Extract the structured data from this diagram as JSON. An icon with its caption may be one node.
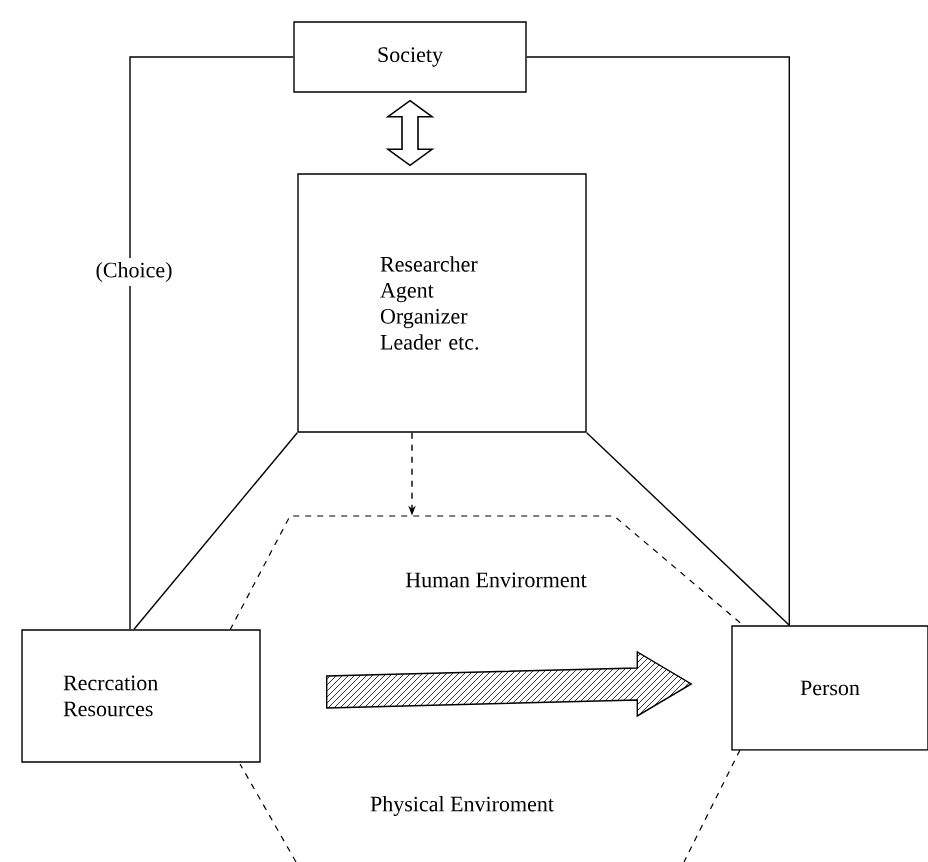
{
  "diagram": {
    "nodes": [
      {
        "text": [
          "Society"
        ]
      },
      {
        "text": [
          "Researcher Agent Organizer Leader etc."
        ]
      },
      {
        "text": [
          "Human Envirorment",
          "Physical Enviroment"
        ]
      },
      {
        "text": [
          "Recrcation Resources"
        ]
      },
      {
        "text": [
          "Person"
        ]
      }
    ],
    "edges": [
      {
        "from": 0,
        "to": 1,
        "arrow": "both",
        "style": "thick"
      },
      {
        "from": 0,
        "to": 3,
        "arrow": "none",
        "label": "(Choice)"
      },
      {
        "from": 0,
        "to": 4,
        "arrow": "none"
      },
      {
        "from": 1,
        "to": 3,
        "arrow": "none"
      },
      {
        "from": 1,
        "to": 4,
        "arrow": "none"
      },
      {
        "from": 1,
        "to": 2,
        "arrow": "to",
        "style": "dashed"
      },
      {
        "from": 3,
        "to": 4,
        "arrow": "to",
        "style": "thick"
      }
    ]
  }
}
